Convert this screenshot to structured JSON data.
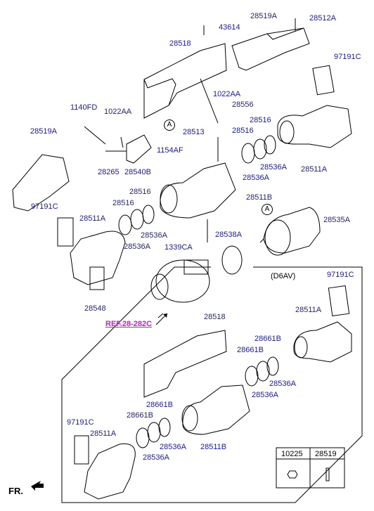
{
  "labels": {
    "p43614": "43614",
    "p28519A_top": "28519A",
    "p28512A": "28512A",
    "p28518_top": "28518",
    "p97191C_top": "97191C",
    "p1022AA_right": "1022AA",
    "p28556": "28556",
    "p1140FD": "1140FD",
    "p1022AA_left": "1022AA",
    "p28513": "28513",
    "p28516_r1": "28516",
    "p28516_r2": "28516",
    "p28519A_left": "28519A",
    "p1154AF": "1154AF",
    "p28536A_r1": "28536A",
    "p28536A_r2": "28536A",
    "p28511A_r": "28511A",
    "p28265": "28265",
    "p28540B": "28540B",
    "p28516_m1": "28516",
    "p28516_m2": "28516",
    "p28511B_top": "28511B",
    "p97191C_left": "97191C",
    "p28511A_left": "28511A",
    "p28536A_m1": "28536A",
    "p28536A_m2": "28536A",
    "p28535A": "28535A",
    "p28538A": "28538A",
    "p1339CA": "1339CA",
    "p28548": "28548",
    "ref": "REF.28-282C",
    "d6av": "(D6AV)",
    "p97191C_box": "97191C",
    "p28518_box": "28518",
    "p28511A_box_r": "28511A",
    "p28661B_b1": "28661B",
    "p28661B_b2": "28661B",
    "p28536A_b1": "28536A",
    "p28536A_b2": "28536A",
    "p28661B_b3": "28661B",
    "p28661B_b4": "28661B",
    "p97191C_box_l": "97191C",
    "p28511A_box_l": "28511A",
    "p28536A_b3": "28536A",
    "p28536A_b4": "28536A",
    "p28511B_box": "28511B",
    "fr": "FR.",
    "circleA1": "A",
    "circleA2": "A"
  },
  "legend": {
    "col1": "10225",
    "col2": "28519"
  }
}
